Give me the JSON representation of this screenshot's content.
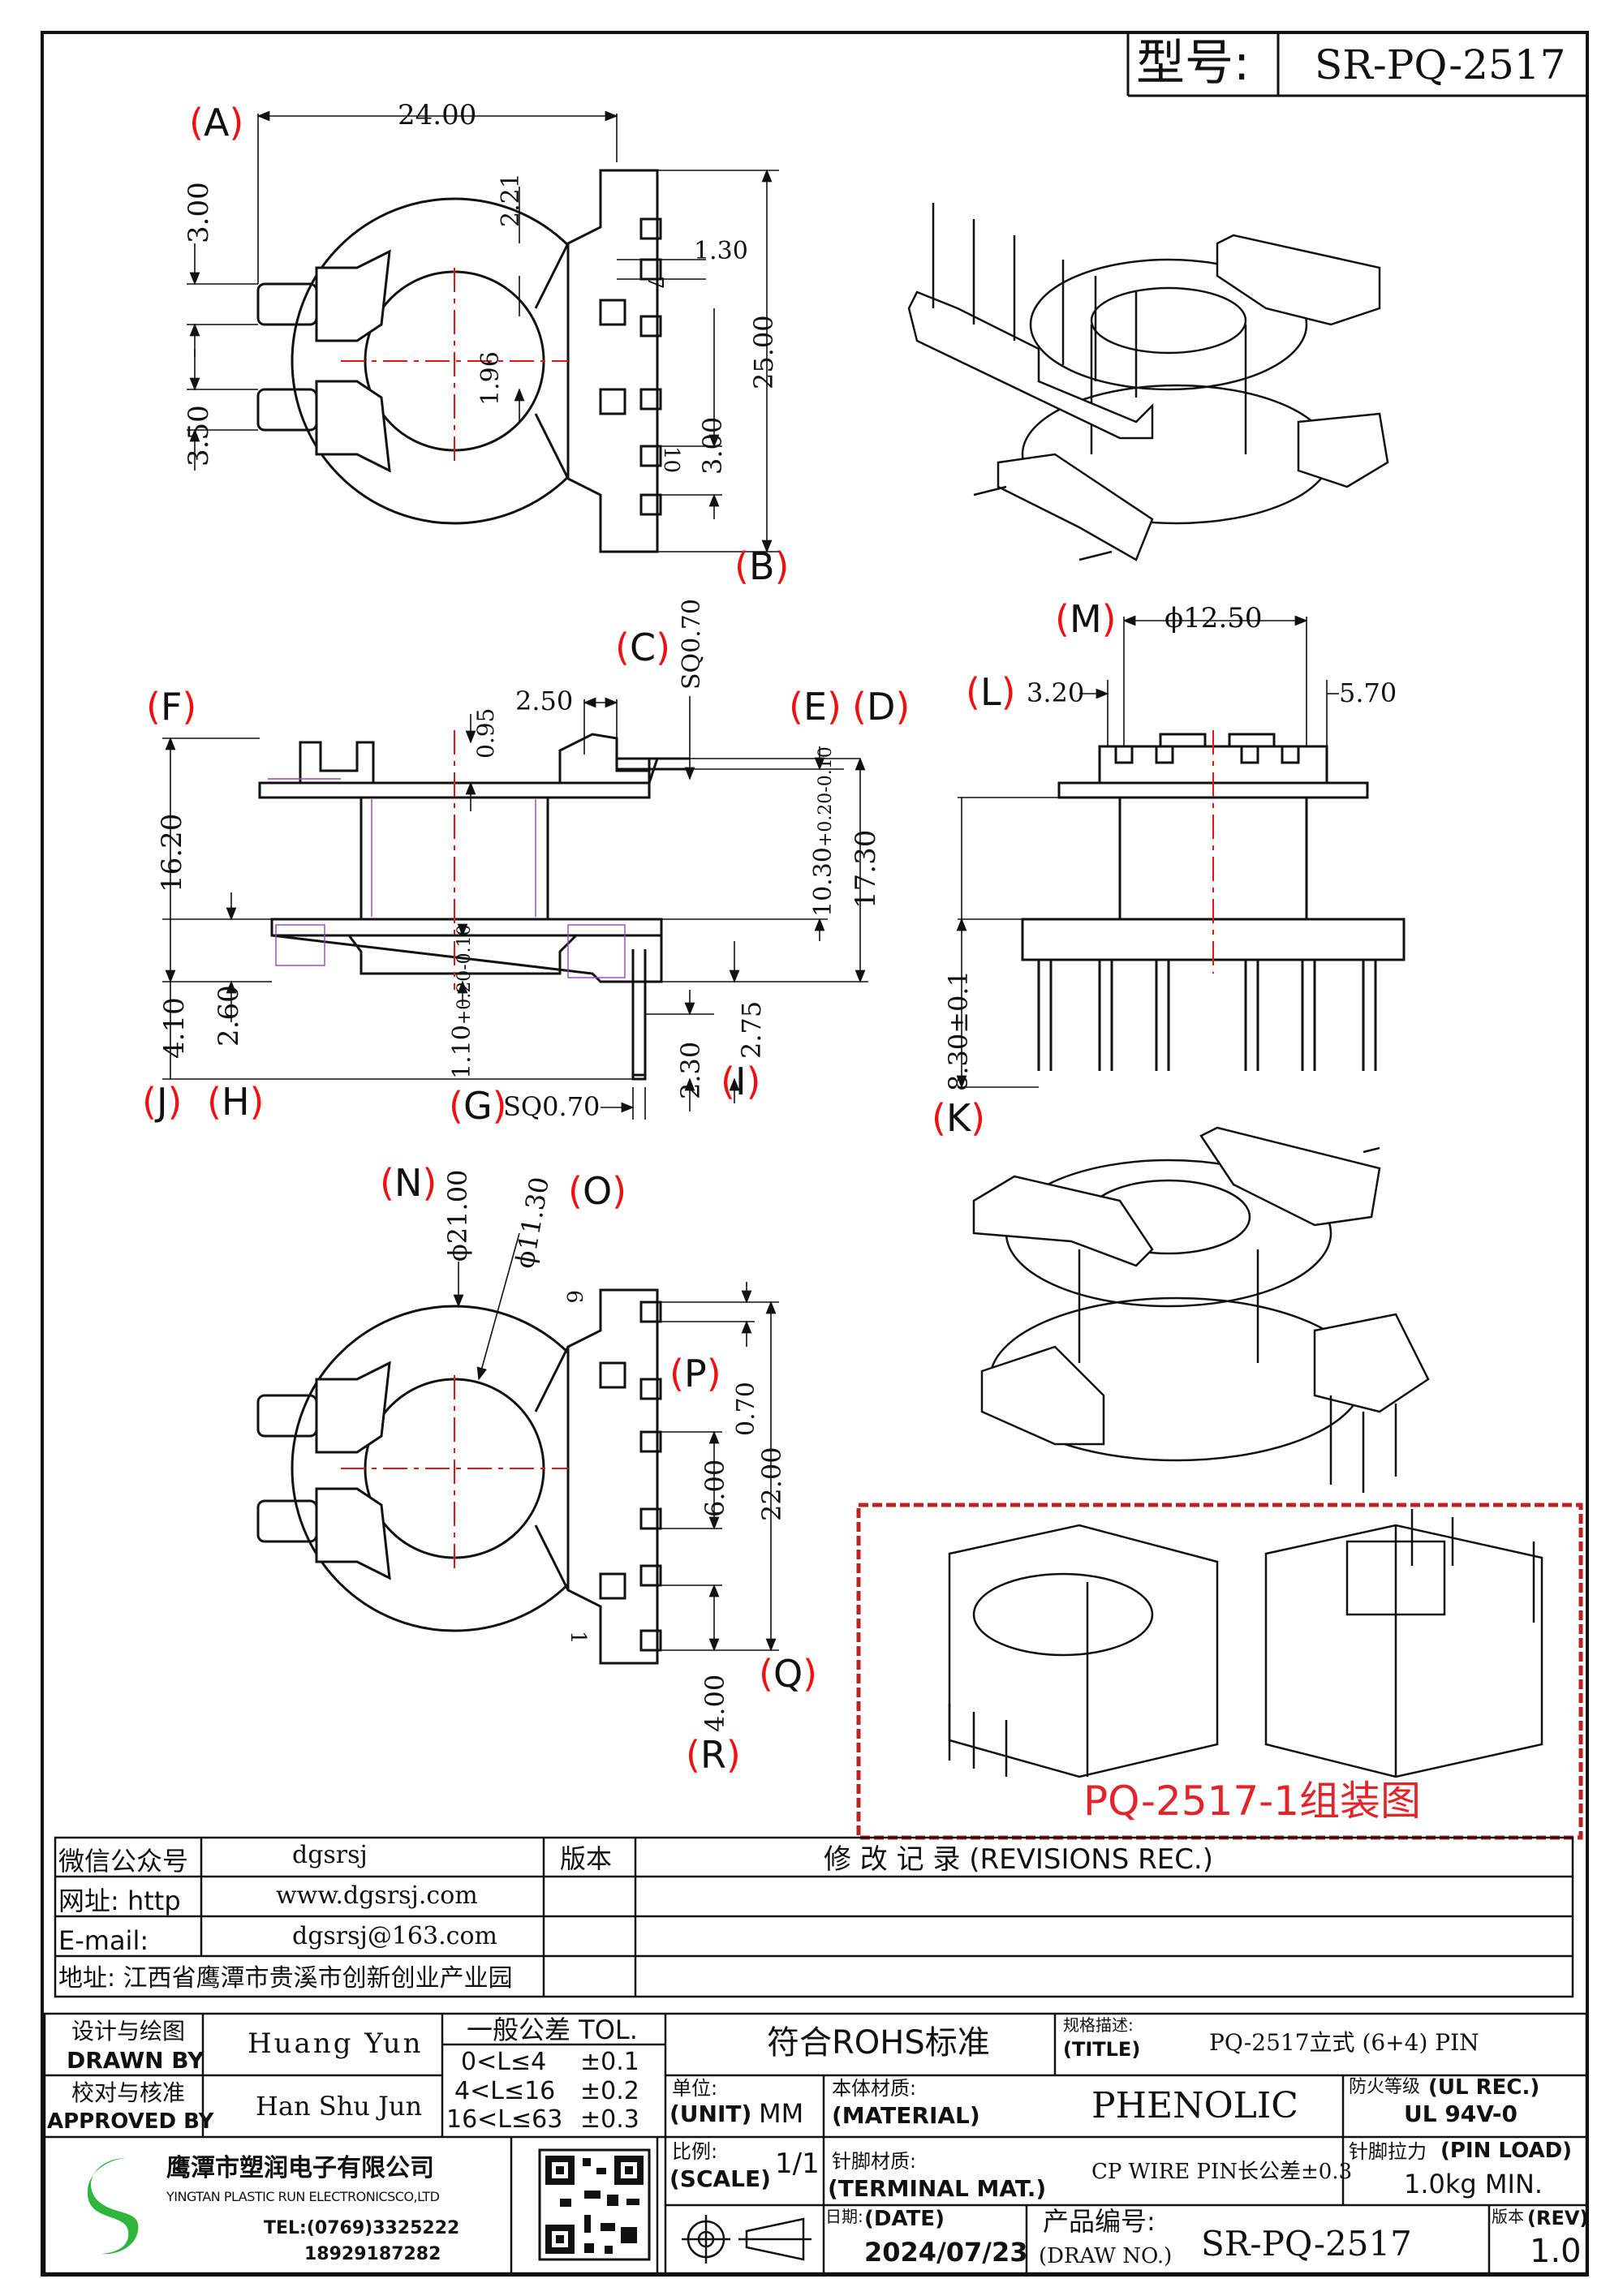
{
  "header": {
    "model_label": "型号:",
    "model_value": "SR-PQ-2517"
  },
  "callouts": {
    "A": "A",
    "B": "B",
    "C": "C",
    "D": "D",
    "E": "E",
    "F": "F",
    "G": "G",
    "H": "H",
    "I": "I",
    "J": "J",
    "K": "K",
    "L": "L",
    "M": "M",
    "N": "N",
    "O": "O",
    "P": "P",
    "Q": "Q",
    "R": "R"
  },
  "dims": {
    "top_width": "24.00",
    "top_3_00_left": "3.00",
    "top_3_50": "3.50",
    "top_2_21": "2.21",
    "top_1_30": "1.30",
    "top_1_96": "1.96",
    "top_25_00": "25.00",
    "top_3_00_right": "3.00",
    "top_pin7": "7",
    "top_pin10": "10",
    "side_sq070_c": "SQ0.70",
    "side_2_50": "2.50",
    "side_0_95": "0.95",
    "side_16_20": "16.20",
    "side_10_30": "10.30",
    "side_10_30_tol_up": "+0.20",
    "side_10_30_tol_dn": "-0.10",
    "side_17_30": "17.30",
    "side_4_10": "4.10",
    "side_2_60": "2.60",
    "side_1_10": "1.10",
    "side_1_10_tol_up": "+0.20",
    "side_1_10_tol_dn": "-0.10",
    "side_2_30": "2.30",
    "side_2_75": "2.75",
    "side_sq070_g": "SQ0.70",
    "front_phi12_50": "ϕ12.50",
    "front_3_20": "3.20",
    "front_5_70": "5.70",
    "front_8_30": "8.30±0.1",
    "bot_phi21": "ϕ21.00",
    "bot_phi11_30": "ϕ11.30",
    "bot_pin6": "6",
    "bot_pin1": "1",
    "bot_0_70": "0.70",
    "bot_6_00": "6.00",
    "bot_22_00": "22.00",
    "bot_4_00": "4.00"
  },
  "assembly": {
    "caption": "PQ-2517-1组装图",
    "caption_color": "#e0262b"
  },
  "contact": {
    "wechat_label": "微信公众号",
    "wechat_value": "dgsrsj",
    "web_label": "网址: http",
    "web_value": "www.dgsrsj.com",
    "email_label": "E-mail:",
    "email_value": "dgsrsj@163.com",
    "address": "地址: 江西省鹰潭市贵溪市创新创业产业园",
    "version_label": "版本",
    "revisions_title": "修 改 记 录  (REVISIONS REC.)"
  },
  "titleblock": {
    "drawn_cn": "设计与绘图",
    "drawn_en": "DRAWN BY",
    "drawn_name": "Huang Yun",
    "approved_cn": "校对与核准",
    "approved_en": "APPROVED BY",
    "approved_name": "Han Shu Jun",
    "tol_title": "一般公差 TOL.",
    "tol_rows": [
      {
        "range": "0<L≤4",
        "tol": "±0.1"
      },
      {
        "range": "4<L≤16",
        "tol": "±0.2"
      },
      {
        "range": "16<L≤63",
        "tol": "±0.3"
      }
    ],
    "rohs": "符合ROHS标准",
    "title_cn": "规格描述:",
    "title_en": "(TITLE)",
    "title_value": "PQ-2517立式 (6+4) PIN",
    "unit_cn": "单位:",
    "unit_en": "(UNIT)",
    "unit_value": "MM",
    "material_cn": "本体材质:",
    "material_en": "(MATERIAL)",
    "material_value": "PHENOLIC",
    "fire_cn": "防火等级",
    "fire_en": "(UL REC.)",
    "fire_value": "UL 94V-0",
    "scale_cn": "比例:",
    "scale_en": "(SCALE)",
    "scale_value": "1/1",
    "terminal_cn": "针脚材质:",
    "terminal_en": "(TERMINAL MAT.)",
    "terminal_value": "CP WIRE  PIN长公差±0.3",
    "pinload_cn": "针脚拉力",
    "pinload_en": "(PIN LOAD)",
    "pinload_value": "1.0kg MIN.",
    "date_cn": "日期:",
    "date_en": "(DATE)",
    "date_value": "2024/07/23",
    "drawno_cn": "产品编号:",
    "drawno_en": "(DRAW NO.)",
    "drawno_value": "SR-PQ-2517",
    "rev_cn": "版本",
    "rev_en": "(REV)",
    "rev_value": "1.0",
    "company_cn": "鹰潭市塑润电子有限公司",
    "company_en": "YINGTAN PLASTIC RUN ELECTRONICSCO,LTD",
    "tel": "TEL:(0769)3325222",
    "mobile": "18929187282",
    "logo_color": "#2fb43c"
  }
}
